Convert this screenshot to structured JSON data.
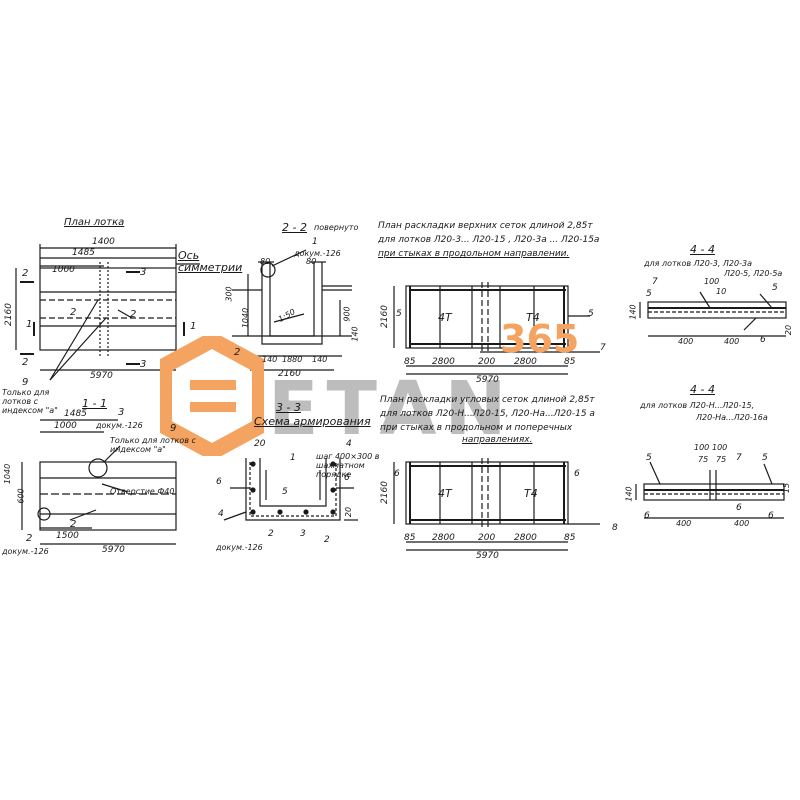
{
  "watermark": {
    "digits": "365",
    "word": "ETAN",
    "orange": "#F4A460",
    "gray": "#BDBDBD"
  },
  "plan": {
    "title": "План лотка",
    "axis_label": "Ось симметрии",
    "dims": [
      "1400",
      "1485",
      "1000",
      "2160",
      "5970"
    ],
    "marks": [
      "2",
      "2",
      "3",
      "3",
      "1",
      "1",
      "2",
      "2"
    ],
    "note": "Только для лотков с индексом \"а\"",
    "pos9": "9"
  },
  "section11": {
    "title": "1 - 1",
    "dims": [
      "1485",
      "1000",
      "1040",
      "600",
      "1500",
      "5970"
    ],
    "doc1": "докум.-126",
    "doc2": "докум.-126",
    "pos3": "3",
    "pos9": "9",
    "pos2a": "2",
    "pos2b": "2",
    "note": "Только для лотков с индексом \"а\"",
    "hole": "Отверстие Ф40"
  },
  "section22": {
    "title": "2 - 2",
    "subtitle": "повернуто",
    "doc": "докум.-126",
    "pos1": "1",
    "dims": [
      "80",
      "80",
      "300",
      "1040",
      "900",
      "140",
      "1880",
      "140",
      "2160",
      "140"
    ],
    "pos2": "2",
    "angle": "1:50"
  },
  "section33": {
    "title": "3 - 3",
    "scheme": "Схема армирования",
    "doc": "докум.-126",
    "pos": [
      "20",
      "4",
      "1",
      "6",
      "6",
      "5",
      "4",
      "2",
      "3",
      "2",
      "20"
    ],
    "note": "шаг 400×300 в шахматном порядке"
  },
  "layout_top": {
    "title_lines": [
      "План раскладки верхних сеток длиной 2,85т",
      "для лотков Л20-3... Л20-15 , Л20-3а ... Л20-15а",
      "при стыках в продольном направлении."
    ],
    "dims": [
      "2160",
      "2800",
      "200",
      "2800",
      "85",
      "85",
      "5970"
    ],
    "labels": [
      "4Т",
      "Т4"
    ],
    "pos": [
      "5",
      "5",
      "7"
    ]
  },
  "layout_bottom": {
    "title_lines": [
      "План раскладки угловых сеток длиной 2,85т",
      "для лотков Л20-Н...Л20-15, Л20-На...Л20-15 а",
      "при стыках в продольном и поперечных",
      "направлениях."
    ],
    "dims": [
      "2160",
      "2800",
      "200",
      "2800",
      "85",
      "85",
      "5970"
    ],
    "labels": [
      "4Т",
      "Т4"
    ],
    "pos": [
      "6",
      "6",
      "8"
    ]
  },
  "section44_top": {
    "title": "4 - 4",
    "sub_lines": [
      "для лотков Л20-3, Л20-3а",
      "Л20-5, Л20-5а"
    ],
    "dims": [
      "140",
      "400",
      "400",
      "100",
      "10",
      "20"
    ],
    "pos": [
      "7",
      "5",
      "5",
      "6"
    ]
  },
  "section44_bottom": {
    "title": "4 - 4",
    "sub_lines": [
      "для лотков Л20-Н...Л20-15,",
      "Л20-На...Л20-16а"
    ],
    "dims": [
      "100",
      "100",
      "75",
      "75",
      "140",
      "400",
      "400",
      "15"
    ],
    "pos": [
      "5",
      "7",
      "5",
      "6",
      "6",
      "6"
    ]
  }
}
